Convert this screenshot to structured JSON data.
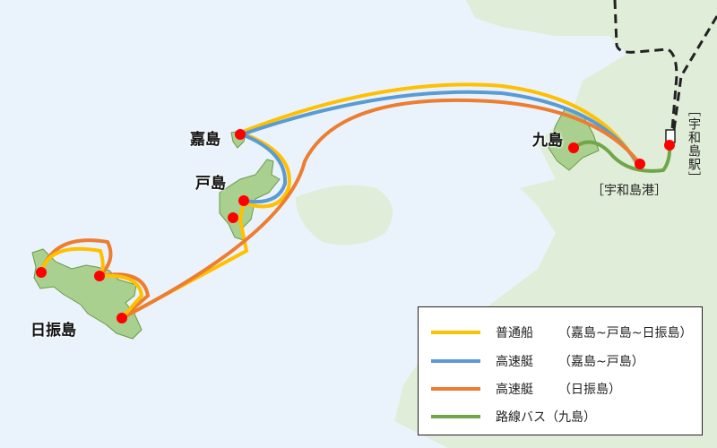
{
  "places": {
    "kashima": "嘉島",
    "tojima": "戸島",
    "hiburijima": "日振島",
    "kushima": "九島",
    "uwajima_port": "［宇和島港］",
    "uwajima_station": "［宇和島駅］"
  },
  "legend": [
    {
      "route": "普通船",
      "note": "（嘉島~戸島~日振島）",
      "color": "#ffc000"
    },
    {
      "route": "高速艇",
      "note": "（嘉島~戸島）",
      "color": "#5b9bd5"
    },
    {
      "route": "高速艇",
      "note": "（日振島）",
      "color": "#ed7d31"
    },
    {
      "route": "路線バス",
      "note": "（九島）",
      "color": "#70a64a"
    }
  ],
  "colors": {
    "sea": "#eaf3fb",
    "land": "#e0edd8",
    "island": "#a9d08e",
    "stop": "#ff0000"
  }
}
